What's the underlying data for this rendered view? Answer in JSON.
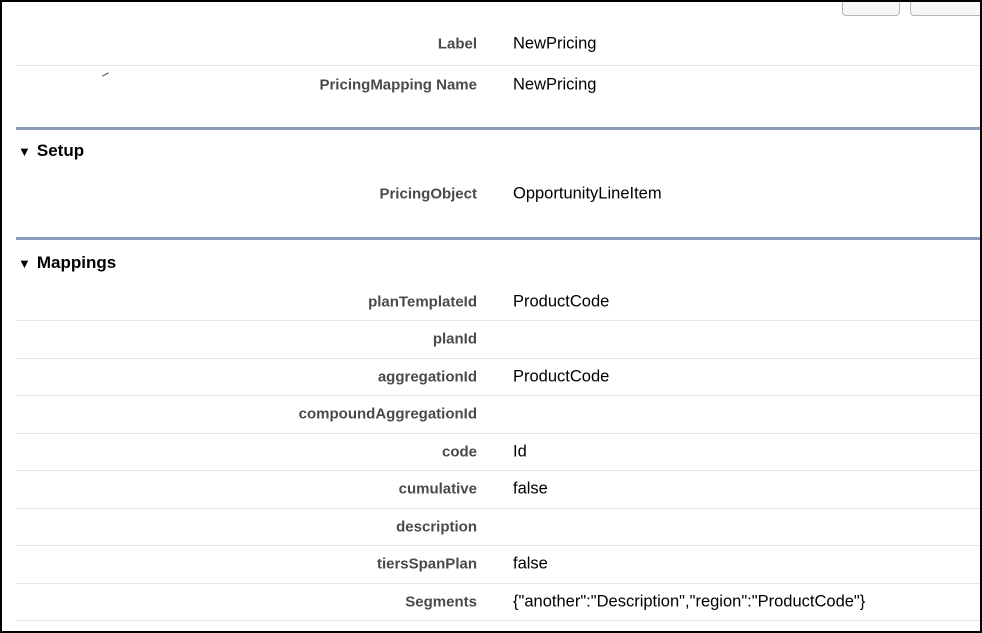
{
  "header_fields": [
    {
      "label": "Label",
      "value": "NewPricing"
    },
    {
      "label": "PricingMapping Name",
      "value": "NewPricing"
    }
  ],
  "sections": [
    {
      "title": "Setup",
      "fields": [
        {
          "label": "PricingObject",
          "value": "OpportunityLineItem"
        }
      ]
    },
    {
      "title": "Mappings",
      "fields": [
        {
          "label": "planTemplateId",
          "value": "ProductCode"
        },
        {
          "label": "planId",
          "value": ""
        },
        {
          "label": "aggregationId",
          "value": "ProductCode"
        },
        {
          "label": "compoundAggregationId",
          "value": ""
        },
        {
          "label": "code",
          "value": "Id"
        },
        {
          "label": "cumulative",
          "value": "false"
        },
        {
          "label": "description",
          "value": ""
        },
        {
          "label": "tiersSpanPlan",
          "value": "false"
        },
        {
          "label": "Segments",
          "value": "{\"another\":\"Description\",\"region\":\"ProductCode\"}"
        }
      ]
    }
  ],
  "icons": {
    "section_toggle": "triangle-down-icon"
  },
  "colors": {
    "section_separator": "#8a9bbb",
    "row_divider": "#e6e6e6",
    "label_text": "#4a4a4a"
  }
}
